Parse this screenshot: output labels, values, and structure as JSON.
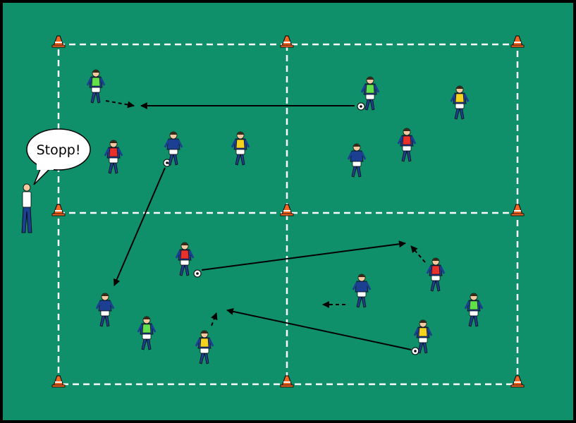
{
  "coach_speech": "Stopp!",
  "colors": {
    "pitch": "#0f8f6a",
    "border": "#000000",
    "lines": "#ffffff",
    "cone": "#f26522",
    "bib_red": "#e8312a",
    "bib_yellow": "#f4d31f",
    "bib_green": "#62e049",
    "shirt_blue": "#1d3f91"
  },
  "players": [
    {
      "id": "p1",
      "bib": "green"
    },
    {
      "id": "p2",
      "bib": "green"
    },
    {
      "id": "p3",
      "bib": "yellow"
    },
    {
      "id": "p4",
      "bib": "red"
    },
    {
      "id": "p5",
      "bib": "none"
    },
    {
      "id": "p6",
      "bib": "yellow"
    },
    {
      "id": "p7",
      "bib": "none"
    },
    {
      "id": "p8",
      "bib": "red"
    },
    {
      "id": "p9",
      "bib": "red"
    },
    {
      "id": "p10",
      "bib": "none"
    },
    {
      "id": "p11",
      "bib": "green"
    },
    {
      "id": "p12",
      "bib": "yellow"
    },
    {
      "id": "p13",
      "bib": "none"
    },
    {
      "id": "p14",
      "bib": "red"
    },
    {
      "id": "p15",
      "bib": "green"
    },
    {
      "id": "p16",
      "bib": "yellow"
    }
  ]
}
